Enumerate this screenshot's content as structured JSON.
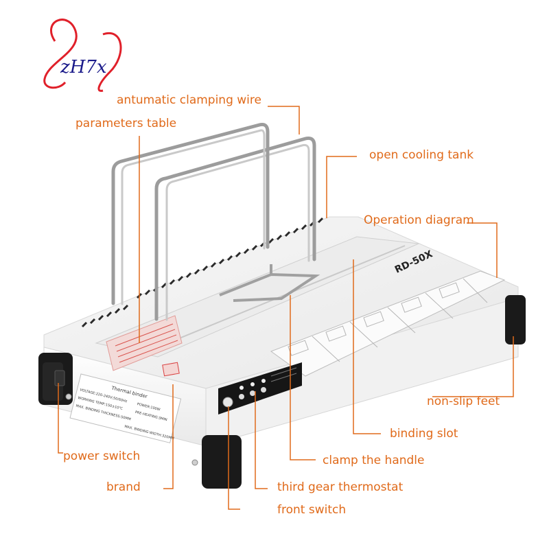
{
  "logo": {
    "text": "zH7x",
    "color": "#e0202a"
  },
  "callouts": {
    "clamping_wire": "antumatic clamping wire",
    "parameters_table": "parameters table",
    "cooling_tank": "open cooling tank",
    "operation_diagram": "Operation diagram",
    "non_slip_feet": "non-slip feet",
    "binding_slot": "binding slot",
    "power_switch": "power switch",
    "clamp_handle": "clamp the handle",
    "brand": "brand",
    "thermostat": "third gear thermostat",
    "front_switch": "front switch"
  },
  "product": {
    "model": "RD-50X",
    "label_title": "Thermal binder",
    "label_line1": "VOLTAGE:220-240V;50/60Hz",
    "label_line2": "WORKING TEMP:150±10℃",
    "label_line3": "MAX. BINDING THICKNESS:50MM",
    "label_line4": "POWER:100W",
    "label_line5": "PRE-HEATING:3MIN",
    "label_line6": "MAX. BINDING WIDTH:320MM"
  },
  "colors": {
    "accent": "#e06a1a",
    "device_body": "#f6f6f6",
    "feet": "#1a1a1a",
    "wire": "#a8a8a8"
  }
}
